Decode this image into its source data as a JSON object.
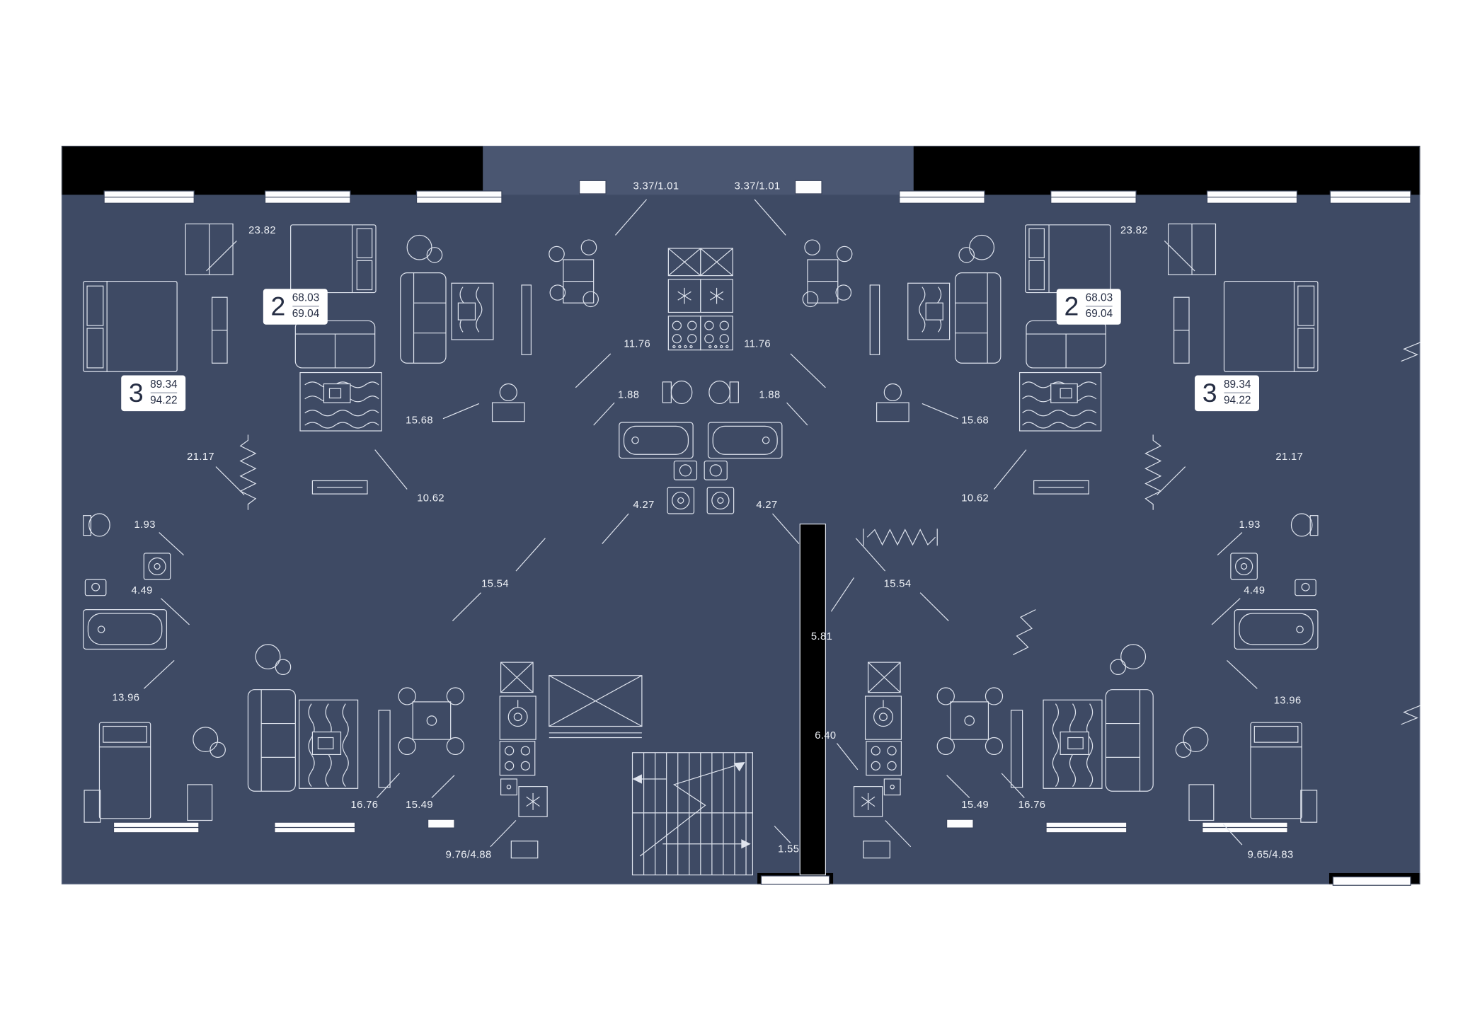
{
  "plan": {
    "colors": {
      "page_background": "#ffffff",
      "floor": "#3e4a64",
      "balcony_strip": "#4a5671",
      "walls": "#000000",
      "furniture_lines": "#dfe4ee",
      "label_text": "#eef1f6",
      "badge_background": "#ffffff",
      "badge_text": "#262e44"
    },
    "apartments": [
      {
        "rooms": "3",
        "area_living": "89.34",
        "area_total": "94.22"
      },
      {
        "rooms": "2",
        "area_living": "68.03",
        "area_total": "69.04"
      },
      {
        "rooms": "2",
        "area_living": "68.03",
        "area_total": "69.04"
      },
      {
        "rooms": "3",
        "area_living": "89.34",
        "area_total": "94.22"
      }
    ],
    "dim_labels": [
      {
        "text": "3.37/1.01"
      },
      {
        "text": "3.37/1.01"
      },
      {
        "text": "23.82"
      },
      {
        "text": "23.82"
      },
      {
        "text": "11.76"
      },
      {
        "text": "11.76"
      },
      {
        "text": "1.88"
      },
      {
        "text": "1.88"
      },
      {
        "text": "15.68"
      },
      {
        "text": "15.68"
      },
      {
        "text": "21.17"
      },
      {
        "text": "21.17"
      },
      {
        "text": "10.62"
      },
      {
        "text": "10.62"
      },
      {
        "text": "4.27"
      },
      {
        "text": "4.27"
      },
      {
        "text": "1.93"
      },
      {
        "text": "1.93"
      },
      {
        "text": "15.54"
      },
      {
        "text": "15.54"
      },
      {
        "text": "4.49"
      },
      {
        "text": "4.49"
      },
      {
        "text": "5.81"
      },
      {
        "text": "13.96"
      },
      {
        "text": "13.96"
      },
      {
        "text": "6.40"
      },
      {
        "text": "16.76"
      },
      {
        "text": "15.49"
      },
      {
        "text": "15.49"
      },
      {
        "text": "16.76"
      },
      {
        "text": "9.76/4.88"
      },
      {
        "text": "9.65/4.83"
      },
      {
        "text": "1.55"
      }
    ]
  }
}
